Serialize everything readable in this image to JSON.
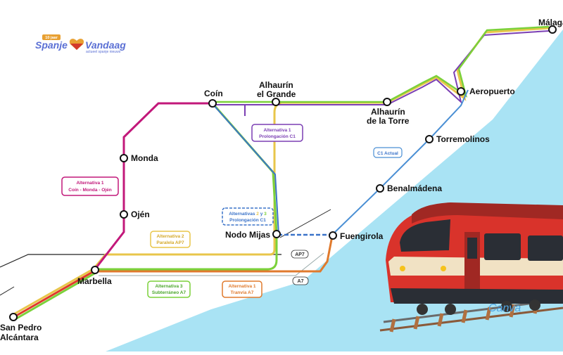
{
  "logo": {
    "tag": "10 jaar",
    "name_left": "Spanje",
    "name_right": "Vandaag",
    "subtitle": "actueel spanje nieuws"
  },
  "stations": {
    "malaga": "Málaga",
    "aeropuerto": "Aeropuerto",
    "torremolinos": "Torremolinos",
    "benalmadena": "Benalmádena",
    "fuengirola": "Fuengirola",
    "nodo_mijas": "Nodo Mijas",
    "coin": "Coín",
    "alhaurin_grande_1": "Alhaurín",
    "alhaurin_grande_2": "el Grande",
    "alhaurin_torre_1": "Alhaurín",
    "alhaurin_torre_2": "de la Torre",
    "monda": "Monda",
    "ojen": "Ojén",
    "marbella": "Marbella",
    "san_pedro_1": "San Pedro",
    "san_pedro_2": "Alcántara"
  },
  "labels": {
    "alt1_coin": {
      "line1": "Alternativa 1",
      "line2": "Coín - Monda - Ojén"
    },
    "alt1_prolong": {
      "line1": "Alternativa 1",
      "line2": "Prolongación C1"
    },
    "alt23_prolong": {
      "line1a": "Alternativas ",
      "line1b": "2",
      "line1c": " y ",
      "line1d": "3",
      "line2": "Prolongación C1"
    },
    "alt2_paralela": {
      "line1": "Alternativa 2",
      "line2": "Paralela AP7"
    },
    "alt3_subterraneo": {
      "line1": "Alternativa 3",
      "line2": "Subterráneo A7"
    },
    "alt1_tranvia": {
      "line1": "Alternativa 1",
      "line2": "Tranvía A7"
    },
    "c1_actual": "C1 Actual"
  },
  "roads": {
    "ap7": "AP7",
    "a7": "A7"
  },
  "watermark": "Canva",
  "colors": {
    "sea": "#a9e3f4",
    "magenta": "#c2187a",
    "green": "#7bd13a",
    "yellow": "#e8c64a",
    "purple": "#7b3fb3",
    "blue": "#3b73c9",
    "orange": "#e07a2d",
    "red": "#e03a2a",
    "c1": "#4a8fd4"
  }
}
